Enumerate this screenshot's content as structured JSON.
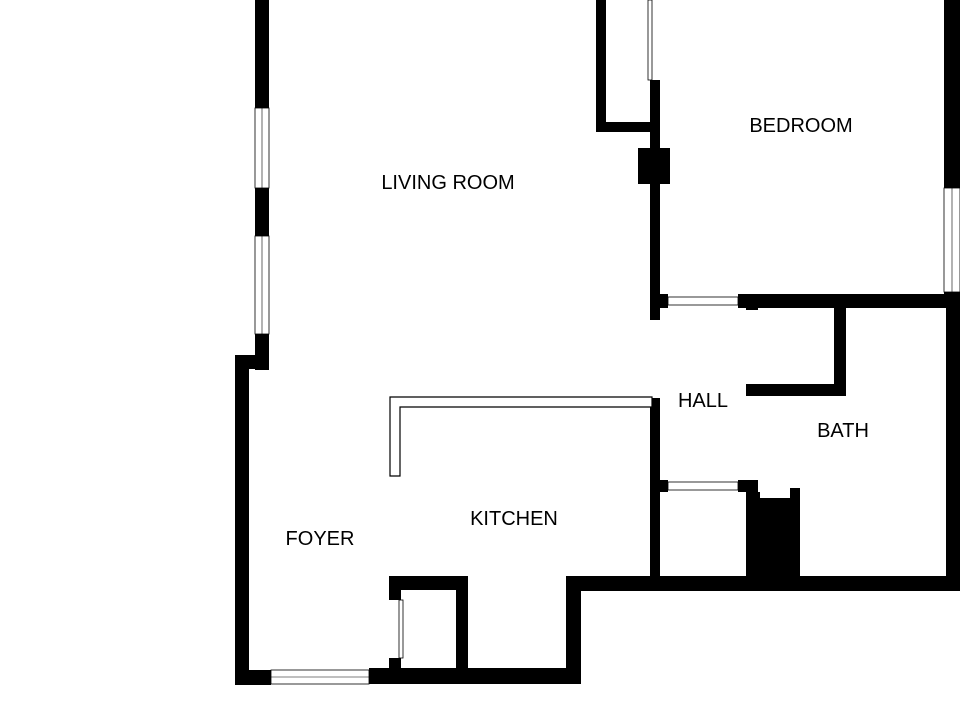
{
  "plan": {
    "wall_color": "#000000",
    "background_color": "#ffffff",
    "rooms": {
      "living_room": "LIVING ROOM",
      "bedroom": "BEDROOM",
      "hall": "HALL",
      "bath": "BATH",
      "kitchen": "KITCHEN",
      "foyer": "FOYER"
    }
  }
}
